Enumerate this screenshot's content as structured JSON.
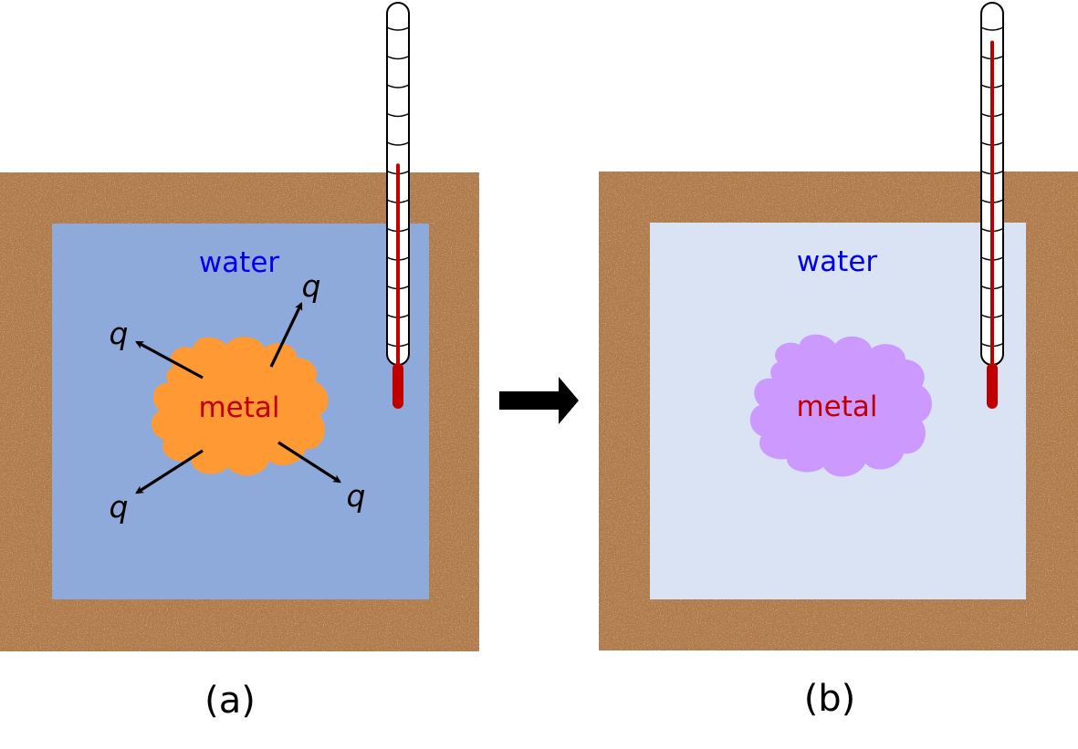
{
  "panels": [
    {
      "id": "a",
      "label": "(a)",
      "water_label": "water",
      "metal_label": "metal",
      "water_color": "#8eaadb",
      "metal_color": "#ff9933",
      "heat_label": "q",
      "thermometer_level": 0.61
    },
    {
      "id": "b",
      "label": "(b)",
      "water_label": "water",
      "metal_label": "metal",
      "water_color": "#dae3f3",
      "metal_color": "#cc99ff"
    }
  ],
  "colors": {
    "insulation": "#b07a4a",
    "text_water": "#0000ee",
    "text_metal": "#c00000",
    "thermometer_fluid": "#c00000",
    "arrow": "#000000"
  },
  "icons": {
    "insulation": "cork-texture",
    "thermometer": "thermometer-icon",
    "transition": "right-arrow-icon"
  }
}
